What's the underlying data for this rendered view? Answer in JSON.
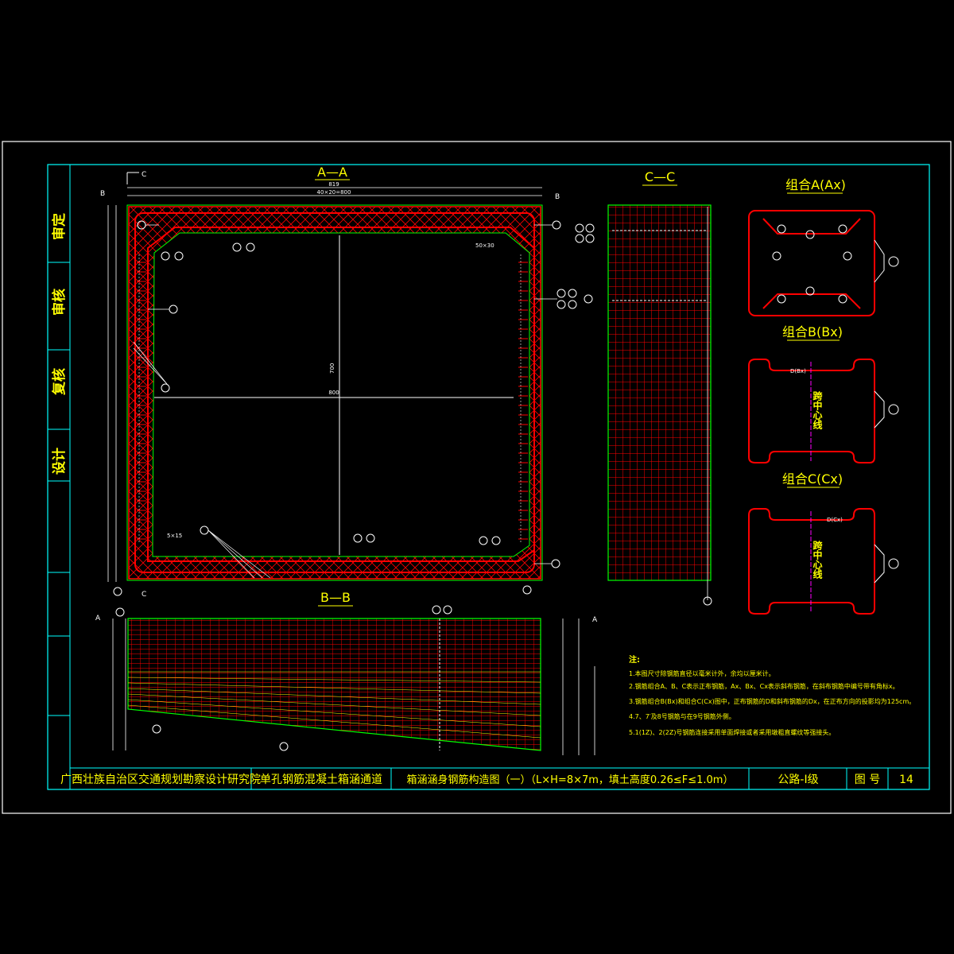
{
  "sheet": {
    "sidebar": {
      "checker": "审定",
      "reviewer": "审核",
      "rechecker": "复核",
      "designer": "设计"
    },
    "title_block": {
      "institute": "广西壮族自治区交通规划勘察设计研究院",
      "project": "单孔钢筋混凝土箱涵通道",
      "drawing_title": "箱涵涵身钢筋构造图（一）（L×H=8×7m，填土高度0.26≤F≤1.0m）",
      "road_grade": "公路-Ⅰ级",
      "sheet_no_label": "图 号",
      "sheet_no": "14"
    }
  },
  "views": {
    "aa": {
      "title": "A—A",
      "width_total": "819",
      "width_detail": "40×20=800",
      "height_clear": "700",
      "width_clear": "800",
      "chamfer_label": "50×30",
      "corner_label": "5×15",
      "cut_c": "C",
      "cut_b": "B"
    },
    "bb": {
      "title": "B—B",
      "cut_a": "A"
    },
    "cc": {
      "title": "C—C"
    }
  },
  "combos": {
    "a": {
      "title": "组合A(Ax)"
    },
    "b": {
      "title": "组合B(Bx)",
      "center_text": "跨中心线",
      "dim": "D(Bx)"
    },
    "c": {
      "title": "组合C(Cx)",
      "center_text": "跨中心线",
      "dim": "D(Cx)"
    }
  },
  "notes": {
    "heading": "注:",
    "items": [
      "1.本图尺寸除钢筋直径以毫米计外，余均以厘米计。",
      "2.钢筋组合A、B、C表示正布钢筋，Ax、Bx、Cx表示斜布钢筋，在斜布钢筋中编号带有角标x。",
      "3.钢筋组合B(Bx)和组合C(Cx)图中，正布钢筋的D和斜布钢筋的Dx，在正布方向的投影均为125cm。",
      "4.7、7′及8号钢筋与在9号钢筋外侧。",
      "5.1(1Z)、2(2Z)号钢筋连接采用单面焊接或者采用墩粗直螺纹等强接头。"
    ]
  },
  "colors": {
    "frame": "#ffffff",
    "border": "#00ffff",
    "rebar": "#ff0000",
    "text": "#ffff00",
    "dim": "#ffffff",
    "concrete": "#00ff00"
  }
}
